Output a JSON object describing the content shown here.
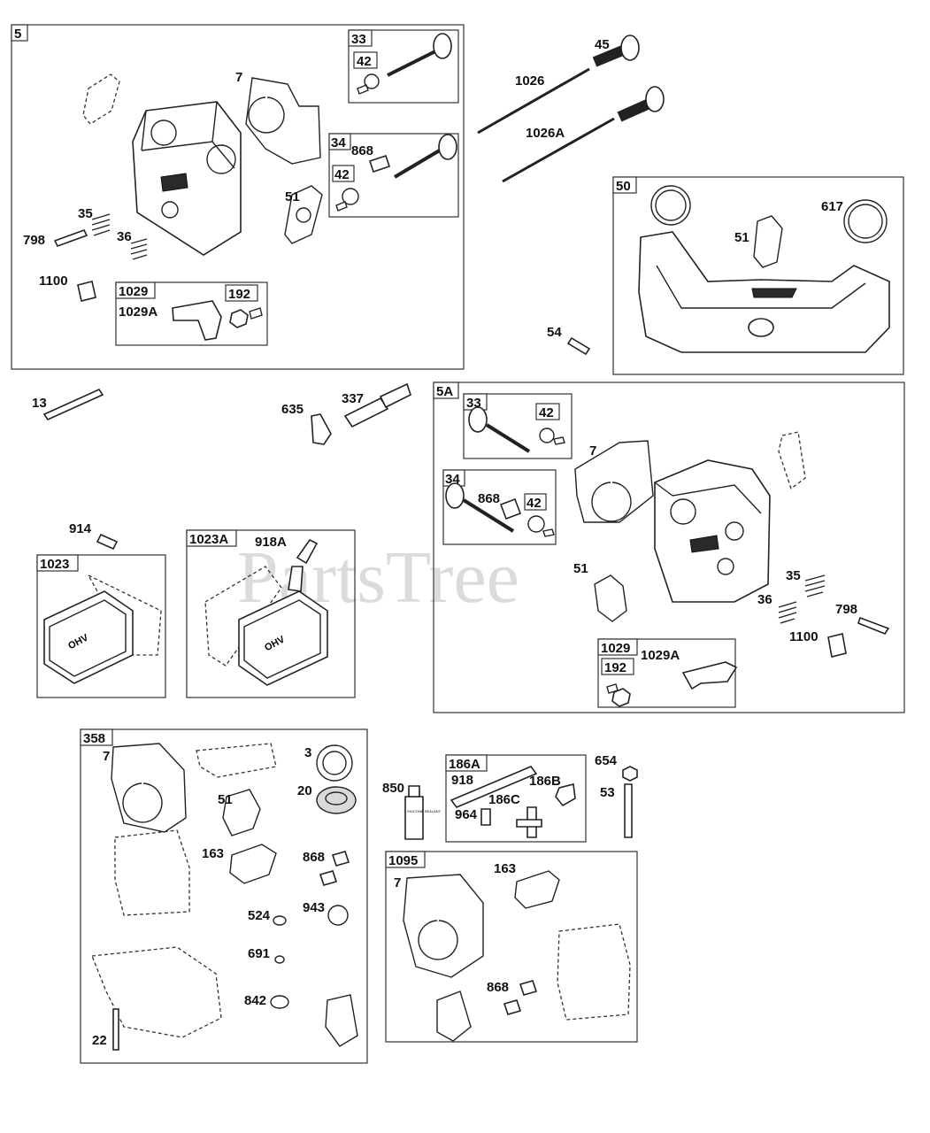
{
  "watermark": "PartsTree",
  "boxes": [
    {
      "tag": "5"
    },
    {
      "tag": "33"
    },
    {
      "tag": "42"
    },
    {
      "tag": "34"
    },
    {
      "tag": "42"
    },
    {
      "tag": "1029"
    },
    {
      "tag": "192"
    },
    {
      "tag": "50"
    },
    {
      "tag": "5A"
    },
    {
      "tag": "33"
    },
    {
      "tag": "42"
    },
    {
      "tag": "34"
    },
    {
      "tag": "42"
    },
    {
      "tag": "1029"
    },
    {
      "tag": "192"
    },
    {
      "tag": "1023"
    },
    {
      "tag": "1023A"
    },
    {
      "tag": "358"
    },
    {
      "tag": "186A"
    },
    {
      "tag": "1095"
    }
  ],
  "labels": [
    "7",
    "868",
    "51",
    "35",
    "798",
    "36",
    "1100",
    "1029A",
    "45",
    "1026",
    "1026A",
    "617",
    "51",
    "54",
    "13",
    "635",
    "337",
    "7",
    "868",
    "51",
    "35",
    "36",
    "798",
    "1100",
    "1029A",
    "914",
    "918A",
    "7",
    "3",
    "20",
    "51",
    "163",
    "868",
    "524",
    "943",
    "691",
    "842",
    "22",
    "850",
    "918",
    "186B",
    "186C",
    "964",
    "654",
    "53",
    "7",
    "163",
    "868"
  ],
  "oval_text": "OHV",
  "sealant_text": "SILICONE SEALANT"
}
